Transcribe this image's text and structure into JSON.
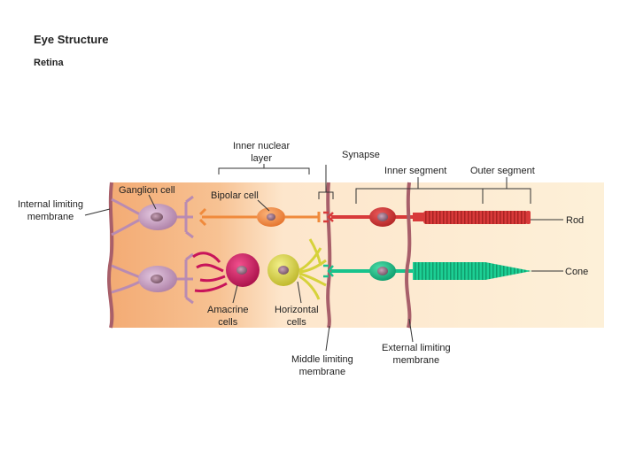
{
  "header": {
    "title": "Eye Structure",
    "subtitle": "Retina"
  },
  "labels": {
    "internal_limiting_membrane": [
      "Internal limiting",
      "membrane"
    ],
    "ganglion_cell": "Ganglion cell",
    "bipolar_cell": "Bipolar cell",
    "inner_nuclear_layer": [
      "Inner nuclear",
      "layer"
    ],
    "synapse": "Synapse",
    "inner_segment": "Inner segment",
    "outer_segment": "Outer segment",
    "rod": "Rod",
    "cone": "Cone",
    "amacrine_cells": [
      "Amacrine",
      "cells"
    ],
    "horizontal_cells": [
      "Horizontal",
      "cells"
    ],
    "middle_limiting_membrane": [
      "Middle limiting",
      "membrane"
    ],
    "external_limiting_membrane": [
      "External limiting",
      "membrane"
    ]
  },
  "colors": {
    "ganglion": "#b98bb2",
    "bipolar": "#f08a3c",
    "amacrine": "#c8145a",
    "horizontal": "#d6d23a",
    "rod": "#d83a3a",
    "cone": "#18c38c",
    "membrane": "#a85f6a",
    "tissue_left": "#f5b784",
    "tissue_right": "#fdf0d8"
  }
}
